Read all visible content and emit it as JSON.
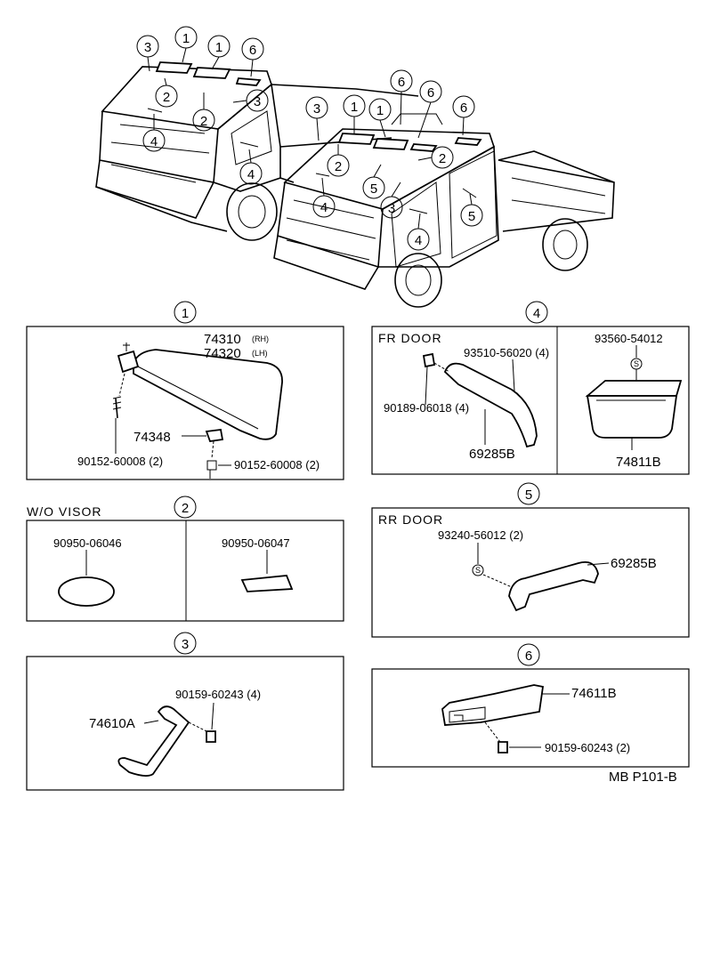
{
  "trucks": {
    "left_callouts": [
      "3",
      "1",
      "1",
      "6",
      "2",
      "3",
      "2",
      "4",
      "4"
    ],
    "right_callouts": [
      "6",
      "6",
      "6",
      "3",
      "1",
      "1",
      "2",
      "2",
      "5",
      "3",
      "4",
      "4",
      "5"
    ]
  },
  "panels": {
    "p1": {
      "num": "1",
      "part_visor_rh": "74310",
      "rh_tag": "(RH)",
      "part_visor_lh": "74320",
      "lh_tag": "(LH)",
      "part_holder": "74348",
      "screw_a": "90152-60008 (2)",
      "screw_b": "90152-60008 (2)"
    },
    "p2": {
      "num": "2",
      "heading": "W/O  VISOR",
      "part_left": "90950-06046",
      "part_right": "90950-06047"
    },
    "p3": {
      "num": "3",
      "part_grip": "74610A",
      "screw": "90159-60243 (4)"
    },
    "p4": {
      "num": "4",
      "heading": "FR  DOOR",
      "screw_top": "93510-56020 (4)",
      "clip": "90189-06018 (4)",
      "part_grip": "69285B",
      "screw_right": "93560-54012",
      "part_pocket": "74811B"
    },
    "p5": {
      "num": "5",
      "heading": "RR  DOOR",
      "screw": "93240-56012 (2)",
      "part_grip": "69285B"
    },
    "p6": {
      "num": "6",
      "part_grip": "74611B",
      "screw": "90159-60243 (2)"
    }
  },
  "footer": {
    "code": "MB  P101-B"
  }
}
